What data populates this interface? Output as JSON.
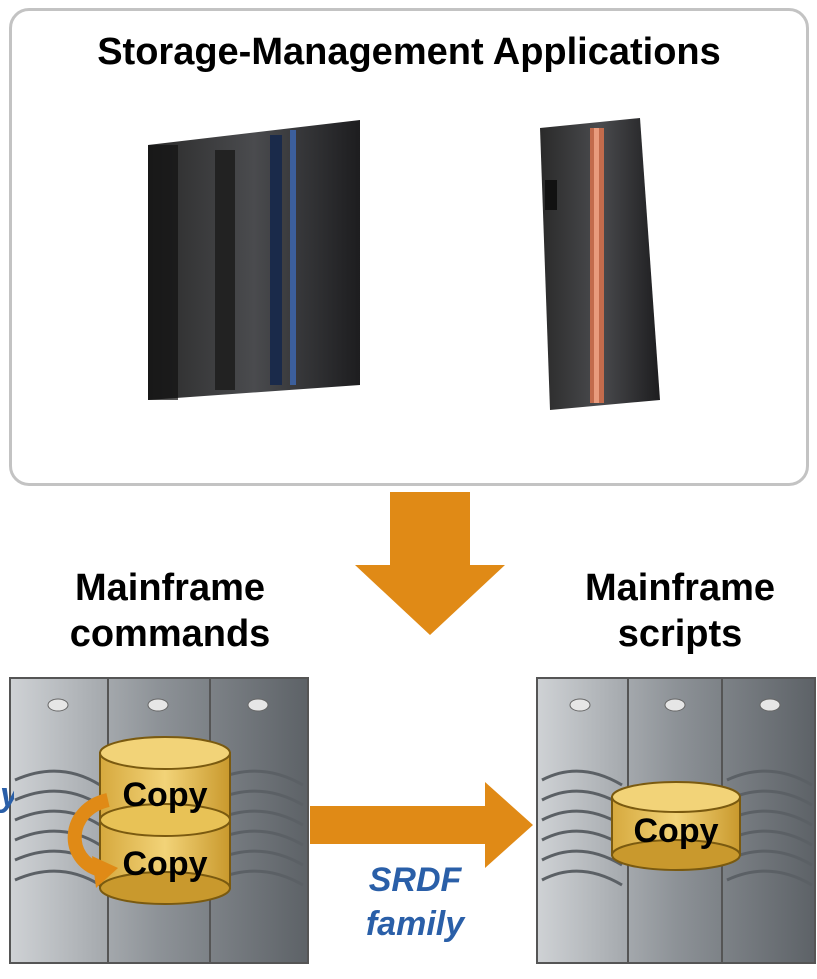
{
  "panel": {
    "title": "Storage-Management Applications"
  },
  "left_array": {
    "label_line1": "Mainframe",
    "label_line2": "commands",
    "disk_top": "Copy",
    "disk_bottom": "Copy"
  },
  "right_array": {
    "label_line1": "Mainframe",
    "label_line2": "scripts",
    "disk": "Copy"
  },
  "link": {
    "line1": "SRDF",
    "line2": "family"
  },
  "cut_text": "y",
  "colors": {
    "arrow": "#e08a16",
    "disk": "#e8c256",
    "link_text": "#2a5fa8",
    "panel_border": "#c3c3c3"
  }
}
